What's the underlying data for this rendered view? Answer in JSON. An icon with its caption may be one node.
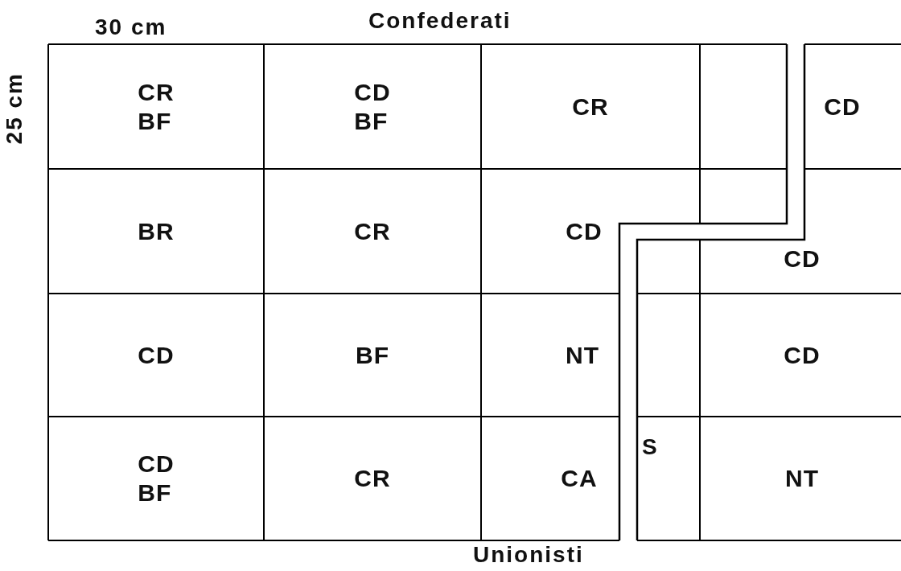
{
  "diagram": {
    "nodes": [
      {
        "text": [
          "CR BF"
        ]
      },
      {
        "text": [
          "CD BF"
        ]
      },
      {
        "text": [
          "CR"
        ]
      },
      {
        "text": [
          "CD"
        ]
      },
      {
        "text": [
          "BR"
        ]
      },
      {
        "text": [
          "CR"
        ]
      },
      {
        "text": [
          "CD"
        ]
      },
      {
        "text": [
          "CD"
        ]
      },
      {
        "text": [
          "CD"
        ]
      },
      {
        "text": [
          "BF"
        ]
      },
      {
        "text": [
          "NT"
        ]
      },
      {
        "text": [
          "CD"
        ]
      },
      {
        "text": [
          "CD BF"
        ]
      },
      {
        "text": [
          "CR"
        ]
      },
      {
        "text": [
          "CA"
        ]
      },
      {
        "text": [
          "NT"
        ]
      }
    ],
    "edges": [],
    "labels": [
      "30 cm",
      "Confederati",
      "25 cm",
      "S",
      "Unionisti"
    ]
  }
}
